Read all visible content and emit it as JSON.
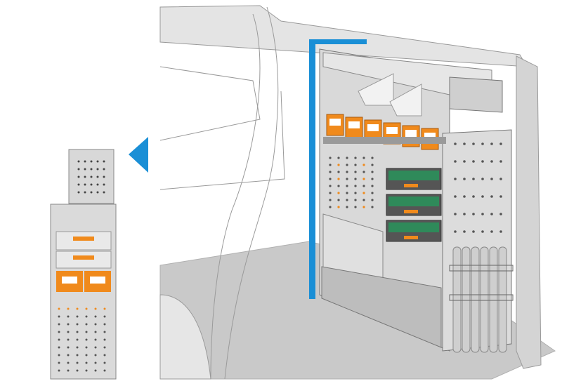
{
  "colors": {
    "accent_blue": "#1a8fd6",
    "orange": "#f08a1c",
    "green": "#2f8a5a",
    "panel": "#d9d9d9",
    "panel_dark": "#a9a9a9",
    "floor": "#c9c9c9",
    "outline": "#8a8a8a"
  },
  "hotspots": [
    "previous-arrow",
    "shelving-unit",
    "module-preview"
  ]
}
